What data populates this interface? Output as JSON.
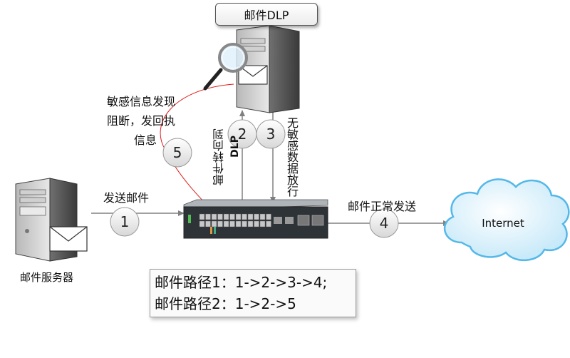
{
  "title": "邮件DLP",
  "nodes": {
    "mail_server": "邮件服务器",
    "internet": "Internet"
  },
  "steps": {
    "s1": "1",
    "s2": "2",
    "s3": "3",
    "s4": "4",
    "s5": "5"
  },
  "labels": {
    "send_mail": "发送邮件",
    "normal_send": "邮件正常发送",
    "redirect": "邮件转向到",
    "dlp": "DLP",
    "no_sensitive": "无敏感数据放行",
    "sensitive_line1": "敏感信息发现",
    "sensitive_line2": "阻断，发回执",
    "sensitive_line3": "信息"
  },
  "paths": {
    "path1": "邮件路径1：1->2->3->4;",
    "path2": "邮件路径2：1->2->5"
  },
  "colors": {
    "arrow": "#808080",
    "block_path": "#e02020",
    "cloud": "#c9ecfb",
    "cloud_stroke": "#55b8e8"
  }
}
